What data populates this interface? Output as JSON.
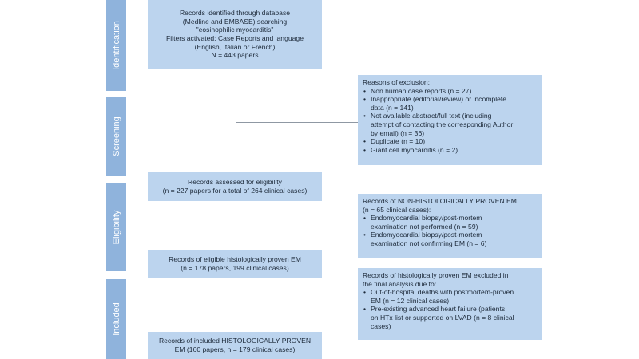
{
  "stages": {
    "identification": "Identification",
    "screening": "Screening",
    "eligibility": "Eligibility",
    "included": "Included"
  },
  "identification_box": {
    "lines": [
      "Records identified through database",
      "(Medline and EMBASE) searching",
      "\"eosinophilic myocarditis\"",
      "Filters activated: Case Reports and language",
      "(English, Italian or French)",
      "N = 443 papers"
    ]
  },
  "exclusion_box": {
    "heading": "Reasons of exclusion:",
    "items": [
      [
        "Non human case reports (n = 27)"
      ],
      [
        "Inappropriate (editorial/review) or incomplete",
        "data (n = 141)"
      ],
      [
        "Not available abstract/full text (including",
        "attempt of contacting the corresponding Author",
        "by email) (n = 36)"
      ],
      [
        "Duplicate (n = 10)"
      ],
      [
        "Giant cell myocarditis (n = 2)"
      ]
    ]
  },
  "eligibility_box": {
    "lines": [
      "Records assessed for eligibility",
      "(n = 227 papers for a total of 264 clinical cases)"
    ]
  },
  "non_histo_box": {
    "heading": [
      "Records of NON-HISTOLOGICALLY PROVEN EM",
      "(n = 65 clinical cases):"
    ],
    "items": [
      [
        "Endomyocardial biopsy/post-mortem",
        "examination not performed (n = 59)"
      ],
      [
        "Endomyocardial biopsy/post-mortem",
        "examination not confirming EM (n = 6)"
      ]
    ]
  },
  "eligible_box": {
    "lines": [
      "Records of eligible histologically proven EM",
      "(n = 178 papers, 199 clinical cases)"
    ]
  },
  "excluded_final_box": {
    "heading": [
      "Records of histologically proven EM excluded in",
      "the final analysis due to:"
    ],
    "items": [
      [
        "Out-of-hospital deaths with postmortem-proven",
        "EM (n = 12 clinical cases)"
      ],
      [
        "Pre-existing advanced heart failure (patients",
        "on HTx list or supported on LVAD (n = 8 clinical",
        "cases)"
      ]
    ]
  },
  "included_box": {
    "lines": [
      "Records of included HISTOLOGICALLY PROVEN",
      "EM (160 papers, n = 179 clinical cases)"
    ]
  },
  "colors": {
    "stage_fill": "#8fb3dc",
    "box_fill": "#bcd4ee",
    "connector": "#8f98a3"
  }
}
